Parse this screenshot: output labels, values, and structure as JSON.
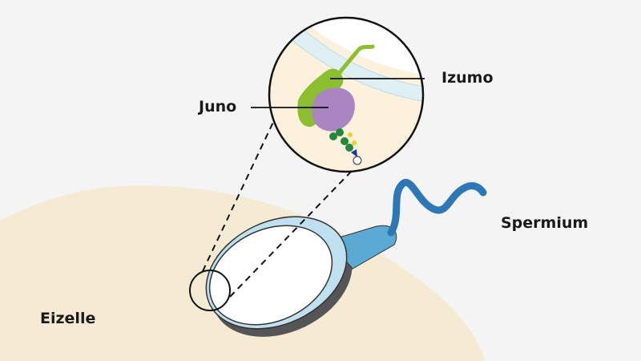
{
  "labels": {
    "izumo": "Izumo",
    "juno": "Juno",
    "sperm": "Spermium",
    "egg": "Eizelle"
  },
  "colors": {
    "background": "#f4f4f4",
    "egg": "#f5ebd3",
    "sperm_rim": "#bfe0ee",
    "sperm_neck": "#5aaad3",
    "sperm_tail": "#2a78b8",
    "izumo": "#8cbf2e",
    "juno": "#a986c2",
    "glycan_green": "#1f8a3a",
    "membrane": "#c8e6ee"
  }
}
